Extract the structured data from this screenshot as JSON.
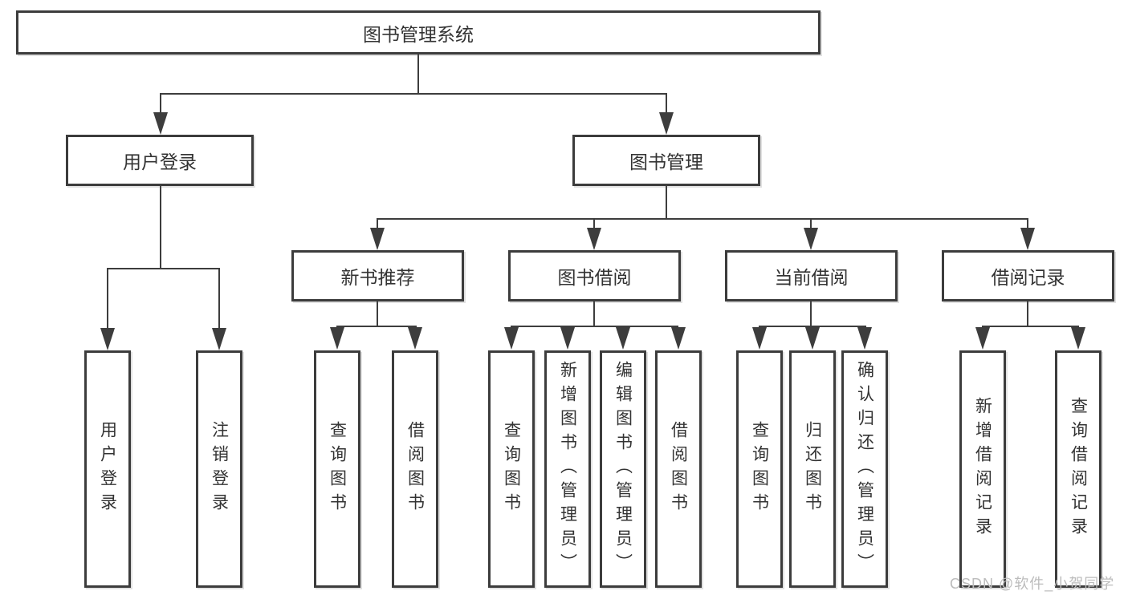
{
  "diagram": {
    "root": {
      "label": "图书管理系统"
    },
    "login_branch": {
      "label": "用户登录",
      "children": [
        {
          "label": "用户登录"
        },
        {
          "label": "注销登录"
        }
      ]
    },
    "management_branch": {
      "label": "图书管理",
      "sections": [
        {
          "label": "新书推荐",
          "children": [
            {
              "label": "查询图书"
            },
            {
              "label": "借阅图书"
            }
          ]
        },
        {
          "label": "图书借阅",
          "children": [
            {
              "label": "查询图书"
            },
            {
              "label": "新增图书（管理员）"
            },
            {
              "label": "编辑图书（管理员）"
            },
            {
              "label": "借阅图书"
            }
          ]
        },
        {
          "label": "当前借阅",
          "children": [
            {
              "label": "查询图书"
            },
            {
              "label": "归还图书"
            },
            {
              "label": "确认归还（管理员）"
            }
          ]
        },
        {
          "label": "借阅记录",
          "children": [
            {
              "label": "新增借阅记录"
            },
            {
              "label": "查询借阅记录"
            }
          ]
        }
      ]
    }
  },
  "watermark": {
    "text": "CSDN @软件_小贺同学"
  },
  "colors": {
    "line": "#3d3d3d",
    "box_border": "#3c3c3c",
    "text": "#333333",
    "watermark": "#bcbcbc",
    "background": "#ffffff"
  }
}
